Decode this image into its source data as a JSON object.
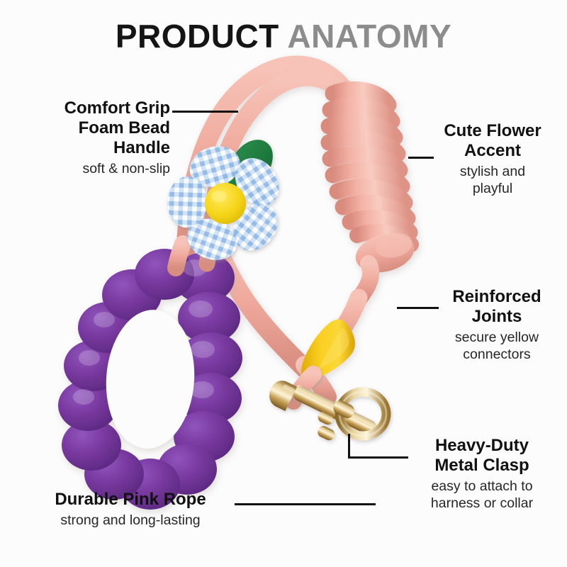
{
  "title": {
    "part_bold": "PRODUCT",
    "part_gray": " ANATOMY"
  },
  "colors": {
    "background": "#fcfcfc",
    "title_dark": "#151515",
    "title_gray": "#8c8c8c",
    "rope_pink": "#efa99c",
    "rope_pink_shadow": "#d98b7e",
    "rope_pink_light": "#f8c4ba",
    "bead_purple": "#73379e",
    "bead_purple_dark": "#5d2a82",
    "bead_purple_light": "#8b4db5",
    "connector_yellow": "#f5c518",
    "connector_yellow_dark": "#d9a800",
    "clasp_gold": "#c9a35a",
    "clasp_gold_light": "#e8d39a",
    "clasp_gold_dark": "#8d6a2b",
    "flower_petal_blue": "#a8c8ea",
    "flower_petal_white": "#f2f6fc",
    "flower_center_yellow": "#f5d417",
    "leaf_green": "#1f7a3d",
    "leader_line": "#111111"
  },
  "callouts": [
    {
      "id": "comfort-grip-foam-bead-handle",
      "title": "Comfort Grip\nFoam Bead\nHandle",
      "subtitle": "soft & non-slip",
      "align": "right",
      "side": "left"
    },
    {
      "id": "cute-flower-accent",
      "title": "Cute Flower\nAccent",
      "subtitle": "stylish and\nplayful",
      "align": "center",
      "side": "right"
    },
    {
      "id": "reinforced-joints",
      "title": "Reinforced\nJoints",
      "subtitle": "secure yellow\nconnectors",
      "align": "center",
      "side": "right"
    },
    {
      "id": "heavy-duty-metal-clasp",
      "title": "Heavy-Duty\nMetal Clasp",
      "subtitle": "easy to attach to\nharness or collar",
      "align": "center",
      "side": "right"
    },
    {
      "id": "durable-pink-rope",
      "title": "Durable Pink Rope",
      "subtitle": "strong and long-lasting",
      "align": "center",
      "side": "left"
    }
  ],
  "product": {
    "name": "pink rope dog leash with purple foam bead handle",
    "parts": [
      "pink braided rope",
      "coiled rope bundle with knot",
      "purple foam bead handle loop",
      "blue gingham flower accent with yellow center and green leaf",
      "yellow reinforced connector sleeve",
      "gold metal bolt snap clasp"
    ],
    "bead_count": 13,
    "flower_petal_count": 5,
    "coil_wrap_count": 11
  }
}
